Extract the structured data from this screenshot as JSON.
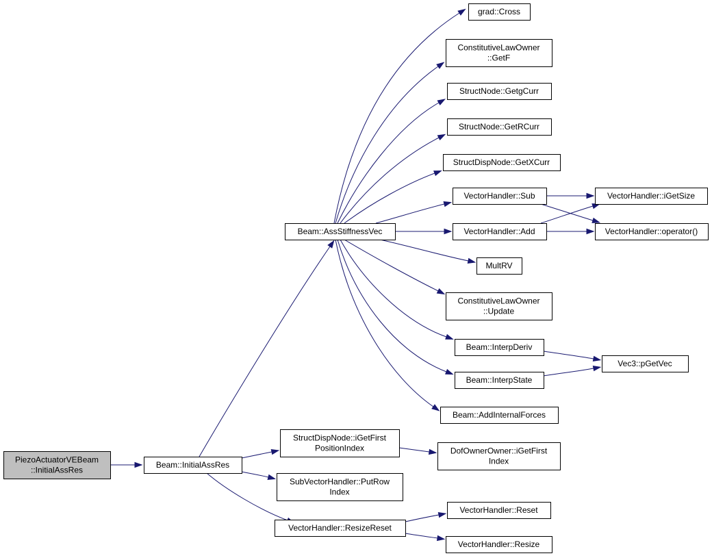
{
  "colors": {
    "edge": "#191970",
    "node_fill": "#ffffff",
    "root_fill": "#bfbfbf",
    "node_border": "#000000"
  },
  "nodes": [
    {
      "id": "piezo",
      "lines": [
        "PiezoActuatorVEBeam",
        "::InitialAssRes"
      ],
      "root": true
    },
    {
      "id": "initialassres",
      "lines": [
        "Beam::InitialAssRes"
      ]
    },
    {
      "id": "assstiffnessvec",
      "lines": [
        "Beam::AssStiffnessVec"
      ]
    },
    {
      "id": "structdisp-igetfirst",
      "lines": [
        "StructDispNode::iGetFirst",
        "PositionIndex"
      ]
    },
    {
      "id": "subvector-putrow",
      "lines": [
        "SubVectorHandler::PutRow",
        "Index"
      ]
    },
    {
      "id": "vector-resizereset",
      "lines": [
        "VectorHandler::ResizeReset"
      ]
    },
    {
      "id": "grad-cross",
      "lines": [
        "grad::Cross"
      ]
    },
    {
      "id": "constlaw-getf",
      "lines": [
        "ConstitutiveLawOwner",
        "::GetF"
      ]
    },
    {
      "id": "structnode-getgcurr",
      "lines": [
        "StructNode::GetgCurr"
      ]
    },
    {
      "id": "structnode-getrcurr",
      "lines": [
        "StructNode::GetRCurr"
      ]
    },
    {
      "id": "structdisp-getxcurr",
      "lines": [
        "StructDispNode::GetXCurr"
      ]
    },
    {
      "id": "vector-sub",
      "lines": [
        "VectorHandler::Sub"
      ]
    },
    {
      "id": "vector-add",
      "lines": [
        "VectorHandler::Add"
      ]
    },
    {
      "id": "multrv",
      "lines": [
        "MultRV"
      ]
    },
    {
      "id": "constlaw-update",
      "lines": [
        "ConstitutiveLawOwner",
        "::Update"
      ]
    },
    {
      "id": "beam-interpderiv",
      "lines": [
        "Beam::InterpDeriv"
      ]
    },
    {
      "id": "beam-interpstate",
      "lines": [
        "Beam::InterpState"
      ]
    },
    {
      "id": "beam-addinternalforces",
      "lines": [
        "Beam::AddInternalForces"
      ]
    },
    {
      "id": "vector-igetsize",
      "lines": [
        "VectorHandler::iGetSize"
      ]
    },
    {
      "id": "vector-operator",
      "lines": [
        "VectorHandler::operator()"
      ]
    },
    {
      "id": "vec3-pgetvec",
      "lines": [
        "Vec3::pGetVec"
      ]
    },
    {
      "id": "dofowner-igetfirst",
      "lines": [
        "DofOwnerOwner::iGetFirst",
        "Index"
      ]
    },
    {
      "id": "vector-reset",
      "lines": [
        "VectorHandler::Reset"
      ]
    },
    {
      "id": "vector-resize",
      "lines": [
        "VectorHandler::Resize"
      ]
    }
  ],
  "edges": [
    {
      "from": "piezo",
      "to": "initialassres"
    },
    {
      "from": "initialassres",
      "to": "assstiffnessvec"
    },
    {
      "from": "initialassres",
      "to": "structdisp-igetfirst"
    },
    {
      "from": "initialassres",
      "to": "subvector-putrow"
    },
    {
      "from": "initialassres",
      "to": "vector-resizereset"
    },
    {
      "from": "assstiffnessvec",
      "to": "grad-cross"
    },
    {
      "from": "assstiffnessvec",
      "to": "constlaw-getf"
    },
    {
      "from": "assstiffnessvec",
      "to": "structnode-getgcurr"
    },
    {
      "from": "assstiffnessvec",
      "to": "structnode-getrcurr"
    },
    {
      "from": "assstiffnessvec",
      "to": "structdisp-getxcurr"
    },
    {
      "from": "assstiffnessvec",
      "to": "vector-sub"
    },
    {
      "from": "assstiffnessvec",
      "to": "vector-add"
    },
    {
      "from": "assstiffnessvec",
      "to": "multrv"
    },
    {
      "from": "assstiffnessvec",
      "to": "constlaw-update"
    },
    {
      "from": "assstiffnessvec",
      "to": "beam-interpderiv"
    },
    {
      "from": "assstiffnessvec",
      "to": "beam-interpstate"
    },
    {
      "from": "assstiffnessvec",
      "to": "beam-addinternalforces"
    },
    {
      "from": "vector-sub",
      "to": "vector-igetsize"
    },
    {
      "from": "vector-sub",
      "to": "vector-operator"
    },
    {
      "from": "vector-add",
      "to": "vector-igetsize"
    },
    {
      "from": "vector-add",
      "to": "vector-operator"
    },
    {
      "from": "beam-interpderiv",
      "to": "vec3-pgetvec"
    },
    {
      "from": "beam-interpstate",
      "to": "vec3-pgetvec"
    },
    {
      "from": "structdisp-igetfirst",
      "to": "dofowner-igetfirst"
    },
    {
      "from": "vector-resizereset",
      "to": "vector-reset"
    },
    {
      "from": "vector-resizereset",
      "to": "vector-resize"
    }
  ]
}
